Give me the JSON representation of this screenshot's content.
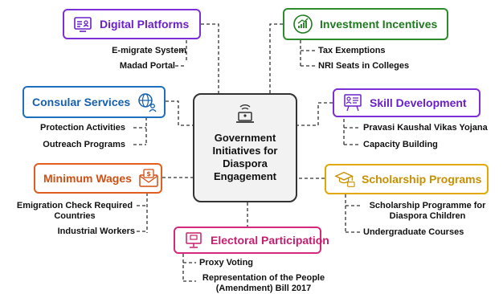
{
  "center": {
    "title_lines": [
      "Government",
      "Initiatives for",
      "Diaspora",
      "Engagement"
    ]
  },
  "nodes": {
    "digital": {
      "label": "Digital Platforms",
      "color": "#7b2fd6",
      "items": [
        "E-migrate System",
        "Madad Portal"
      ]
    },
    "investment": {
      "label": "Investment Incentives",
      "color": "#2e8b2e",
      "items": [
        "Tax Exemptions",
        "NRI Seats in Colleges"
      ]
    },
    "consular": {
      "label": "Consular Services",
      "color": "#1f6fbf",
      "items": [
        "Protection Activities",
        "Outreach Programs"
      ]
    },
    "skill": {
      "label": "Skill Development",
      "color": "#7b2fd6",
      "items": [
        "Pravasi Kaushal Vikas Yojana",
        "Capacity Building"
      ]
    },
    "wages": {
      "label": "Minimum Wages",
      "color": "#e25d1f",
      "items": [
        "Emigration Check Required",
        "Countries",
        "Industrial Workers"
      ]
    },
    "scholarship": {
      "label": "Scholarship Programs",
      "color": "#e0a800",
      "items": [
        "Scholarship Programme for",
        "Diaspora Children",
        "Undergraduate Courses"
      ]
    },
    "electoral": {
      "label": "Electoral Participation",
      "color": "#d6287c",
      "items": [
        "Proxy Voting",
        "Representation of the People",
        "(Amendment) Bill 2017"
      ]
    }
  }
}
